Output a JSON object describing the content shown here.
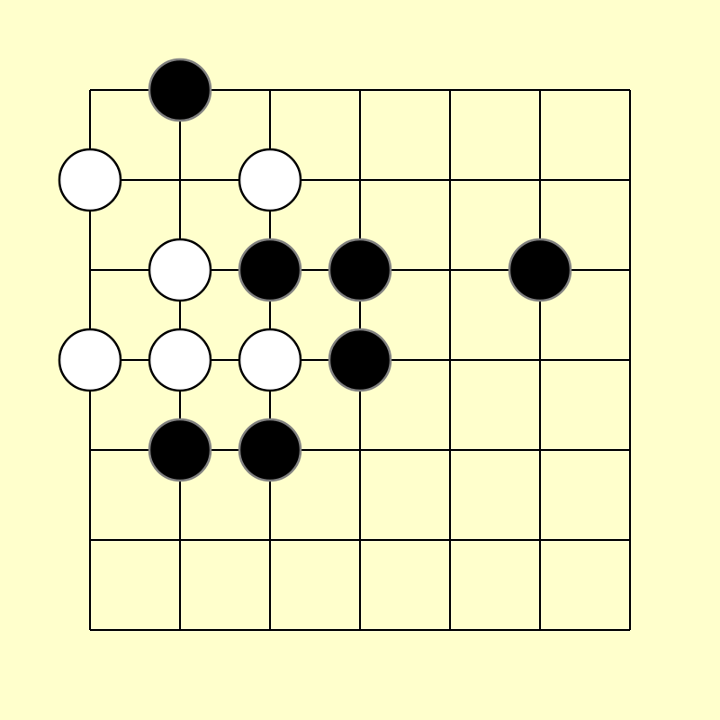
{
  "board": {
    "size": 7,
    "background_color": "#ffffcc",
    "line_color": "#000000",
    "black_stone_color": "#000000",
    "black_stone_outline": "#808080",
    "white_stone_color": "#ffffff",
    "white_stone_outline": "#000000"
  },
  "stones": [
    {
      "color": "black",
      "col": 1,
      "row": 0
    },
    {
      "color": "white",
      "col": 0,
      "row": 1
    },
    {
      "color": "white",
      "col": 2,
      "row": 1
    },
    {
      "color": "white",
      "col": 1,
      "row": 2
    },
    {
      "color": "black",
      "col": 2,
      "row": 2
    },
    {
      "color": "black",
      "col": 3,
      "row": 2
    },
    {
      "color": "black",
      "col": 5,
      "row": 2
    },
    {
      "color": "white",
      "col": 0,
      "row": 3
    },
    {
      "color": "white",
      "col": 1,
      "row": 3
    },
    {
      "color": "white",
      "col": 2,
      "row": 3
    },
    {
      "color": "black",
      "col": 3,
      "row": 3
    },
    {
      "color": "black",
      "col": 1,
      "row": 4
    },
    {
      "color": "black",
      "col": 2,
      "row": 4
    }
  ]
}
